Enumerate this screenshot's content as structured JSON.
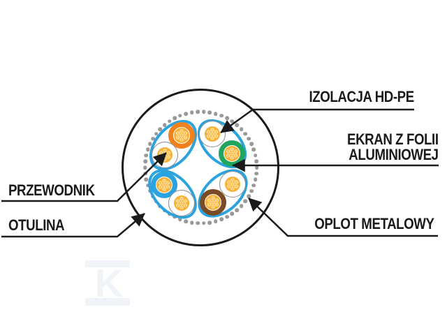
{
  "diagram": {
    "labels": {
      "insulation": "IZOLACJA HD-PE",
      "foil_screen_line1": "EKRAN Z FOLII",
      "foil_screen_line2": "ALUMINIOWEJ",
      "conductor": "PRZEWODNIK",
      "sheath": "OTULINA",
      "metal_braid": "OPLOT METALOWY"
    },
    "cable": {
      "pairs": [
        {
          "position": "top-left",
          "wires": [
            "orange",
            "white"
          ]
        },
        {
          "position": "top-right",
          "wires": [
            "white",
            "green"
          ]
        },
        {
          "position": "bottom-left",
          "wires": [
            "blue",
            "white"
          ]
        },
        {
          "position": "bottom-right",
          "wires": [
            "white",
            "brown"
          ]
        }
      ],
      "braid_dot_count": 58
    },
    "colors": {
      "pair_screen_blue": "#2ba3de",
      "wire_orange": "#f0821e",
      "wire_green": "#21a45d",
      "wire_blue": "#2ba3de",
      "wire_brown": "#7b4b26",
      "conductor_yellow": "#f8b133",
      "braid_gray": "#999999",
      "line_black": "#1b1b1b"
    }
  },
  "watermark": {
    "letter": "K"
  }
}
